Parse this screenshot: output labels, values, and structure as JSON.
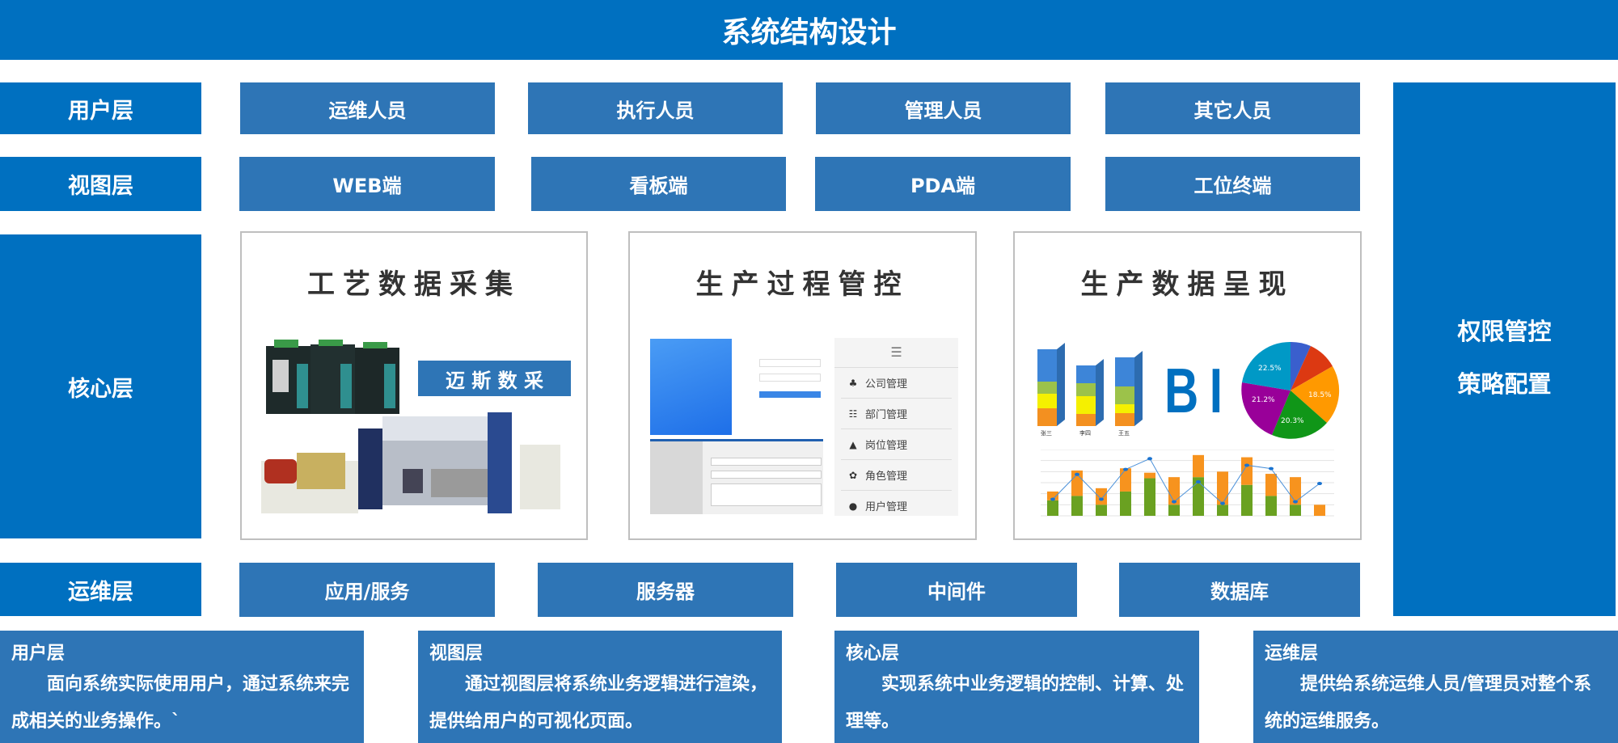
{
  "title": "系统结构设计",
  "rows": {
    "user": {
      "label": "用户层",
      "items": [
        "运维人员",
        "执行人员",
        "管理人员",
        "其它人员"
      ]
    },
    "view": {
      "label": "视图层",
      "items": [
        "WEB端",
        "看板端",
        "PDA端",
        "工位终端"
      ]
    },
    "core": {
      "label": "核心层"
    },
    "ops": {
      "label": "运维层",
      "items": [
        "应用/服务",
        "服务器",
        "中间件",
        "数据库"
      ]
    }
  },
  "right_column": {
    "line1": "权限管控",
    "line2": "策略配置"
  },
  "panels": {
    "collect": {
      "title": "工艺数据采集",
      "brand": "迈 斯 数 采"
    },
    "control": {
      "title": "生产过程管控",
      "menu": [
        "公司管理",
        "部门管理",
        "岗位管理",
        "角色管理",
        "用户管理"
      ]
    },
    "present": {
      "title": "生产数据呈现",
      "bi": "BI",
      "pie_labels": [
        "22.5%",
        "18.5%",
        "20.3%",
        "21.2%"
      ],
      "bar_labels": [
        "张三",
        "李四",
        "王五"
      ]
    }
  },
  "descriptions": [
    {
      "heading": "用户层",
      "text": "面向系统实际使用用户，通过系统来完成相关的业务操作。`"
    },
    {
      "heading": "视图层",
      "text": "通过视图层将系统业务逻辑进行渲染，提供给用户的可视化页面。"
    },
    {
      "heading": "核心层",
      "text": "实现系统中业务逻辑的控制、计算、处理等。"
    },
    {
      "heading": "运维层",
      "text": "提供给系统运维人员/管理员对整个系统的运维服务。"
    }
  ],
  "colors": {
    "primary": "#0070c0",
    "secondary": "#2e75b6"
  }
}
